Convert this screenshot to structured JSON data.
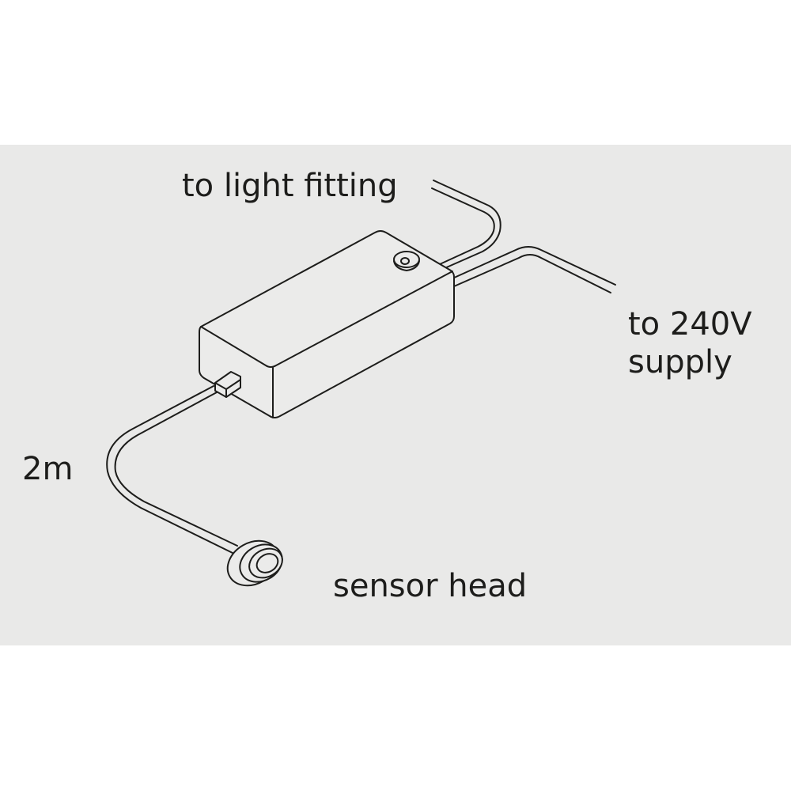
{
  "labels": {
    "to_light_fitting": "to light fitting",
    "to_240v_line1": "to 240V",
    "to_240v_line2": "supply",
    "cable_length": "2m",
    "sensor_head": "sensor head"
  },
  "colors": {
    "background_panel": "#e9e9e8",
    "page_background": "#ffffff",
    "line": "#1d1d1b",
    "box_fill": "#ebebea"
  },
  "icons": {
    "driver_box": "driver-box-icon",
    "sensor": "sensor-head-icon",
    "connector": "connector-plug-icon"
  }
}
